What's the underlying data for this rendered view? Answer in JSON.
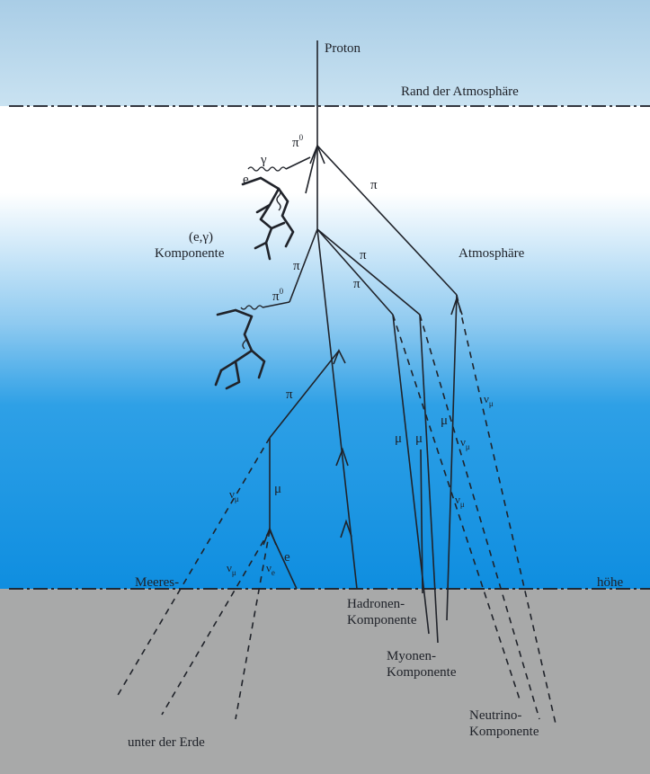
{
  "labels": {
    "proton": "Proton",
    "rand": "Rand der Atmosphäre",
    "pi0_top": "π",
    "pi0_top_sup": "0",
    "pi0_mid": "π",
    "pi0_mid_sup": "0",
    "gamma": "γ",
    "e_top": "e",
    "pi_right": "π",
    "pi_a": "π",
    "pi_b": "π",
    "pi_c": "π",
    "pi_low": "π",
    "egamma_1": "(e,γ)",
    "egamma_2": "Komponente",
    "atmosphaere": "Atmosphäre",
    "mu_left": "μ",
    "mu_1": "μ",
    "mu_2": "μ",
    "mu_3": "μ",
    "e_low": "e",
    "nu_mu_1": "ν",
    "nu_mu_2": "ν",
    "nu_mu_3": "ν",
    "nu_mu_4": "ν",
    "nu_mu_5": "ν",
    "nu_e": "ν",
    "sub_mu": "μ",
    "sub_e": "e",
    "meeres": "Meeres-",
    "hoehe": "höhe",
    "hadronen_1": "Hadronen-",
    "hadronen_2": "Komponente",
    "myonen_1": "Myonen-",
    "myonen_2": "Komponente",
    "neutrino_1": "Neutrino-",
    "neutrino_2": "Komponente",
    "unter": "unter der Erde"
  },
  "colors": {
    "space_top": "#a9cde6",
    "space_bottom": "#c9e2f1",
    "atmo_white": "#ffffff",
    "atmo_blue": "#0f8ee0",
    "ground": "#a8a9a9",
    "ink": "#20232a"
  },
  "icons": [
    "wavy-photon-line",
    "arrowhead"
  ]
}
